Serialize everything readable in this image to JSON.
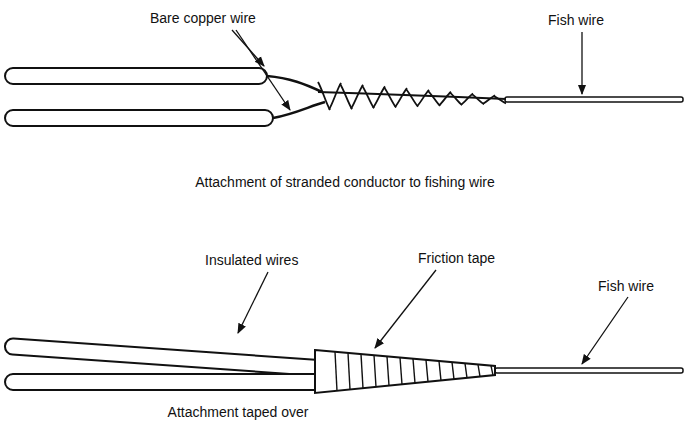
{
  "diagram": {
    "labels": [
      "Bare copper wire",
      "Fish wire",
      "Attachment of stranded conductor to fishing wire",
      "Insulated wires",
      "Friction tape",
      "Fish wire",
      "Attachment taped over"
    ]
  }
}
